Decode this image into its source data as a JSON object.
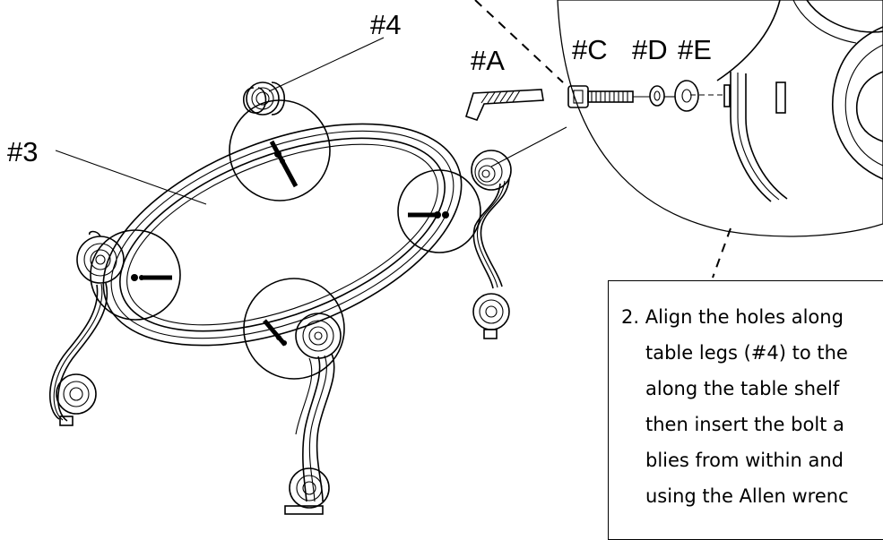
{
  "labels": {
    "table_legs": "#4",
    "table_shelf": "#3",
    "allen_wrench": "#A",
    "bolt": "#C",
    "lock_washer": "#D",
    "flat_washer": "#E"
  },
  "instruction": {
    "lines": [
      "2. Align the holes along",
      "table legs (#4) to the",
      "along the table shelf",
      "then insert the bolt a",
      "blies from within and",
      "using the Allen wrenc"
    ]
  }
}
